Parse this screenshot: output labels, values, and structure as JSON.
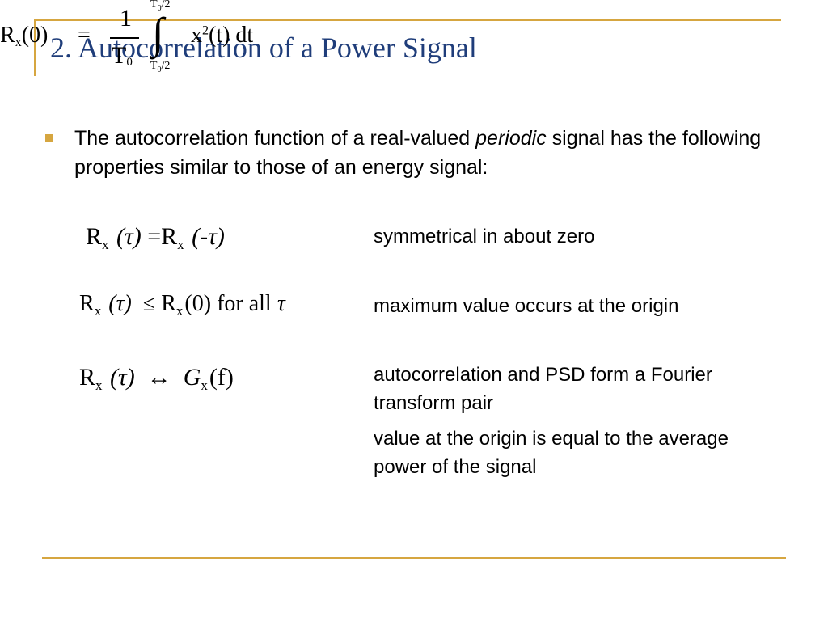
{
  "slide": {
    "title": "2. Autocorrelation of a Power Signal",
    "bullet": {
      "text_before": "The autocorrelation function of a real-valued ",
      "text_emphasis": "periodic",
      "text_after": " signal has the following properties similar to those of an energy signal:"
    },
    "properties": [
      {
        "equation": {
          "R": "R",
          "sub": "x",
          "lhs_arg": "(τ)",
          "relation": "=",
          "rhs_R": "R",
          "rhs_sub": "x",
          "rhs_arg": "(-τ)"
        },
        "description": "symmetrical in  about zero"
      },
      {
        "equation": {
          "R": "R",
          "sub": "x",
          "lhs_arg": "(τ)",
          "relation": "≤",
          "rhs_R": "R",
          "rhs_sub": "x",
          "rhs_arg": "(0)",
          "suffix": "for all",
          "suffix_var": "τ"
        },
        "description": "maximum value occurs at the origin"
      },
      {
        "equation": {
          "R": "R",
          "sub": "x",
          "lhs_arg": "(τ)",
          "relation": "↔",
          "rhs_G": "G",
          "rhs_sub": "x",
          "rhs_arg": "(f)"
        },
        "description": "autocorrelation and PSD form a Fourier transform pair"
      },
      {
        "equation": {
          "R": "R",
          "sub": "x",
          "lhs_arg": "(0)",
          "relation": "=",
          "frac_num": "1",
          "frac_den": "T",
          "frac_den_sub": "0",
          "upper_limit": "T",
          "upper_sub": "0",
          "upper_rest": "/2",
          "lower_limit": "−T",
          "lower_sub": "0",
          "lower_rest": "/2",
          "integral": "∫",
          "integrand": "x",
          "integrand_sup": "2",
          "integrand_rest": "(t) dt"
        },
        "description": "value at the origin is equal to the average power of the signal"
      }
    ]
  }
}
